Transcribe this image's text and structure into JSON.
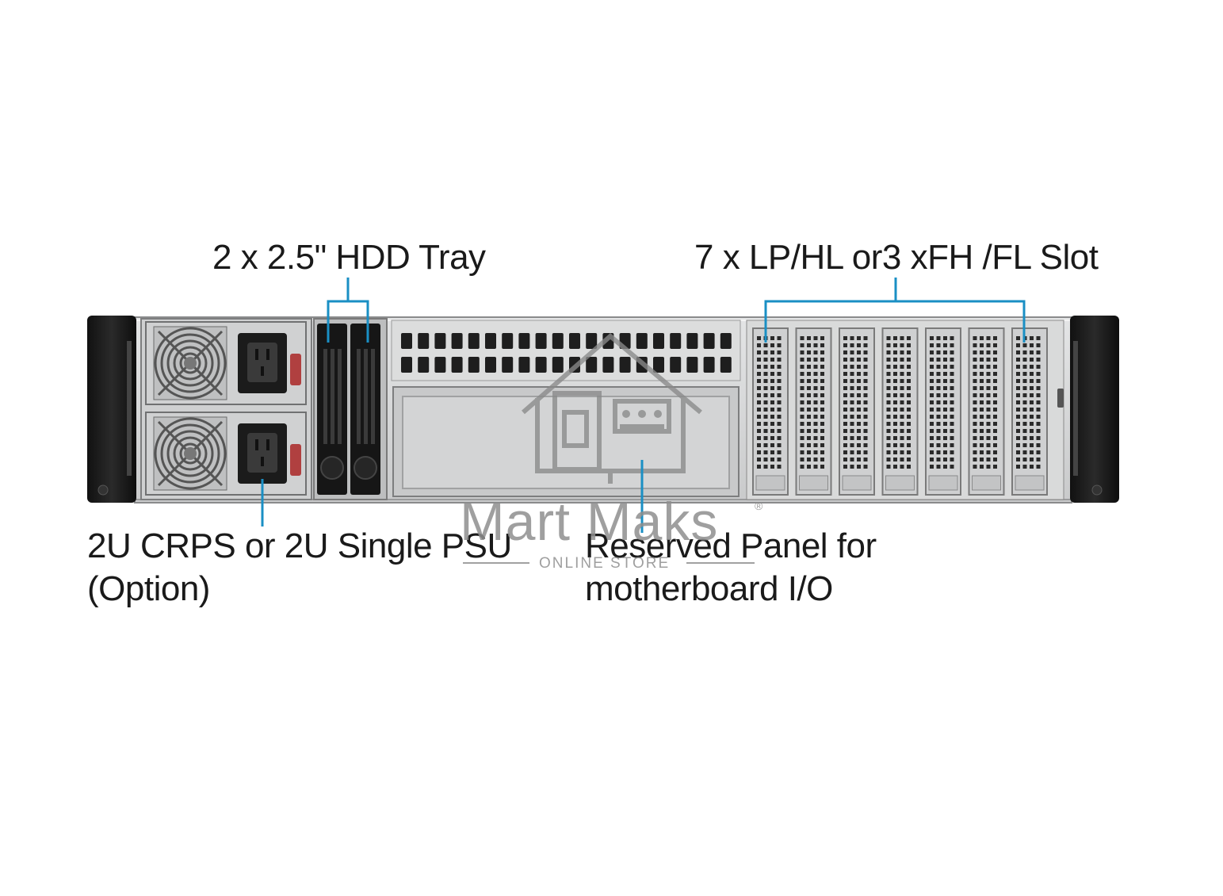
{
  "labels": {
    "hdd_tray": "2 x 2.5\" HDD Tray",
    "pcie_slots": "7 x LP/HL or3 xFH /FL Slot",
    "psu_line1": "2U CRPS or 2U Single PSU",
    "psu_line2": "(Option)",
    "reserved_line1": "Reserved Panel for",
    "reserved_line2": "motherboard I/O"
  },
  "watermark": {
    "brand": "Mart Maks",
    "tagline": "ONLINE STORE",
    "registered": "®"
  },
  "colors": {
    "callout": "#1a8fc4",
    "chassis": "#d6d7d8",
    "chassis_dark": "#2c2c2c",
    "text": "#1a1a1a",
    "watermark": "#8f8f8f"
  },
  "diagram": {
    "psu_count": 2,
    "hdd_tray_count": 2,
    "expansion_slot_count": 7,
    "vent_rows": 2,
    "vent_columns": 20
  }
}
